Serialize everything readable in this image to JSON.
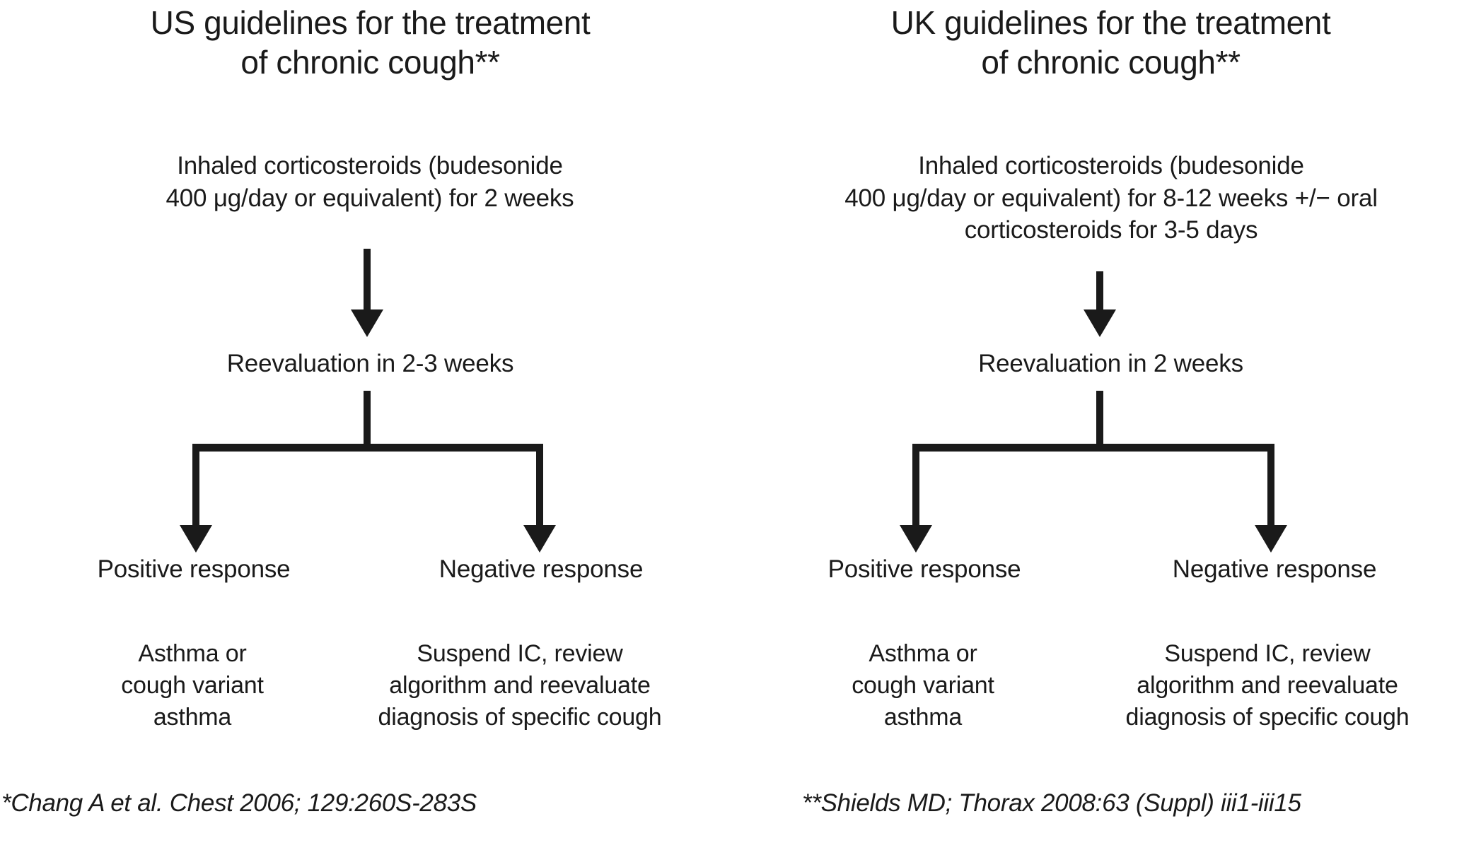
{
  "figure": {
    "type": "flowchart",
    "columns": [
      {
        "id": "us",
        "title": "US guidelines for the treatment\nof chronic cough**",
        "steps": {
          "regimen": "Inhaled corticosteroids (budesonide\n400 μg/day or equivalent) for 2 weeks",
          "reevaluation": "Reevaluation in 2-3 weeks",
          "branch_positive_label": "Positive response",
          "branch_negative_label": "Negative response",
          "outcome_positive": "Asthma or\ncough variant\nasthma",
          "outcome_negative": "Suspend IC, review\nalgorithm and reevaluate\ndiagnosis of specific cough"
        },
        "citation": "*Chang A et al. Chest 2006; 129:260S-283S"
      },
      {
        "id": "uk",
        "title": "UK guidelines for the treatment\nof chronic cough**",
        "steps": {
          "regimen": "Inhaled corticosteroids (budesonide\n400 μg/day or equivalent) for 8-12 weeks +/− oral\ncorticosteroids for 3-5 days",
          "reevaluation": "Reevaluation in 2 weeks",
          "branch_positive_label": "Positive response",
          "branch_negative_label": "Negative response",
          "outcome_positive": "Asthma or\ncough variant\nasthma",
          "outcome_negative": "Suspend IC, review\nalgorithm and reevaluate\ndiagnosis of specific cough"
        },
        "citation": "**Shields MD; Thorax 2008:63 (Suppl) iii1-iii15"
      }
    ],
    "connectors": {
      "arrow_down_icon": "arrow-down",
      "fork_icon": "branch-fork"
    },
    "colors": {
      "ink": "#1a1a1a",
      "background": "#ffffff"
    }
  }
}
